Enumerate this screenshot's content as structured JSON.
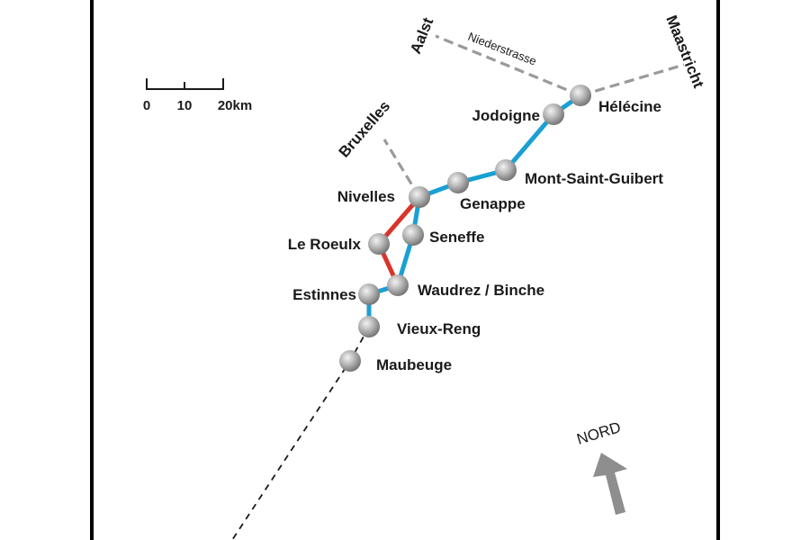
{
  "towns": [
    {
      "id": "helecine",
      "name": "Hélécine"
    },
    {
      "id": "jodoigne",
      "name": "Jodoigne"
    },
    {
      "id": "mont-saint-guibert",
      "name": "Mont-Saint-Guibert"
    },
    {
      "id": "genappe",
      "name": "Genappe"
    },
    {
      "id": "nivelles",
      "name": "Nivelles"
    },
    {
      "id": "seneffe",
      "name": "Seneffe"
    },
    {
      "id": "le-roeulx",
      "name": "Le Roeulx"
    },
    {
      "id": "waudrez-binche",
      "name": "Waudrez / Binche"
    },
    {
      "id": "estinnes",
      "name": "Estinnes"
    },
    {
      "id": "vieux-reng",
      "name": "Vieux-Reng"
    },
    {
      "id": "maubeuge",
      "name": "Maubeuge"
    }
  ],
  "destinations": {
    "aalst": "Aalst",
    "maastricht": "Maastricht",
    "bruxelles": "Bruxelles"
  },
  "roads": {
    "niederstrasse": "Niederstrasse"
  },
  "scale": {
    "ticks": [
      "0",
      "10",
      "20km"
    ]
  },
  "north": {
    "label": "NORD"
  },
  "colors": {
    "route_main": "#1aa0d2",
    "route_alt": "#d9342b",
    "secondary_road": "#9a9a9a",
    "extension": "#1a1a1a",
    "town_marker": "#9a9a9a"
  }
}
